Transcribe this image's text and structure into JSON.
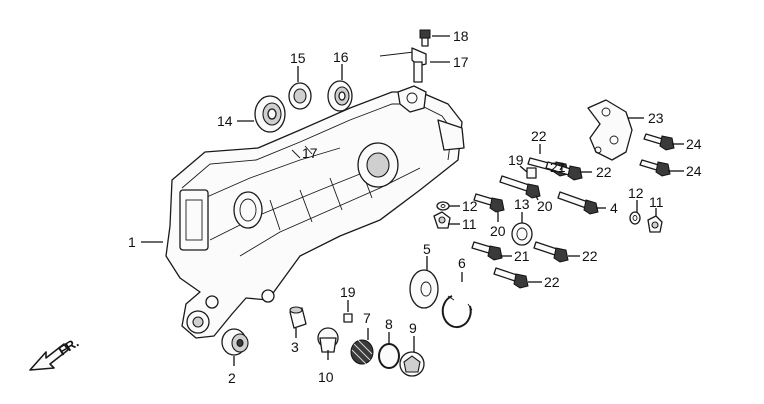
{
  "diagram": {
    "callouts": [
      {
        "id": "c1",
        "label": "1"
      },
      {
        "id": "c2",
        "label": "2"
      },
      {
        "id": "c3",
        "label": "3"
      },
      {
        "id": "c4",
        "label": "4"
      },
      {
        "id": "c5",
        "label": "5"
      },
      {
        "id": "c6",
        "label": "6"
      },
      {
        "id": "c7",
        "label": "7"
      },
      {
        "id": "c8",
        "label": "8"
      },
      {
        "id": "c9",
        "label": "9"
      },
      {
        "id": "c10",
        "label": "10"
      },
      {
        "id": "c11a",
        "label": "11"
      },
      {
        "id": "c11b",
        "label": "11"
      },
      {
        "id": "c12a",
        "label": "12"
      },
      {
        "id": "c12b",
        "label": "12"
      },
      {
        "id": "c13",
        "label": "13"
      },
      {
        "id": "c14",
        "label": "14"
      },
      {
        "id": "c15",
        "label": "15"
      },
      {
        "id": "c16",
        "label": "16"
      },
      {
        "id": "c17",
        "label": "17"
      },
      {
        "id": "c17b",
        "label": "17"
      },
      {
        "id": "c18",
        "label": "18"
      },
      {
        "id": "c19a",
        "label": "19"
      },
      {
        "id": "c19b",
        "label": "19"
      },
      {
        "id": "c20a",
        "label": "20"
      },
      {
        "id": "c20b",
        "label": "20"
      },
      {
        "id": "c21a",
        "label": "21"
      },
      {
        "id": "c21b",
        "label": "21"
      },
      {
        "id": "c22a",
        "label": "22"
      },
      {
        "id": "c22b",
        "label": "22"
      },
      {
        "id": "c22c",
        "label": "22"
      },
      {
        "id": "c22d",
        "label": "22"
      },
      {
        "id": "c23",
        "label": "23"
      },
      {
        "id": "c24a",
        "label": "24"
      },
      {
        "id": "c24b",
        "label": "24"
      }
    ],
    "direction_label": "FR."
  }
}
